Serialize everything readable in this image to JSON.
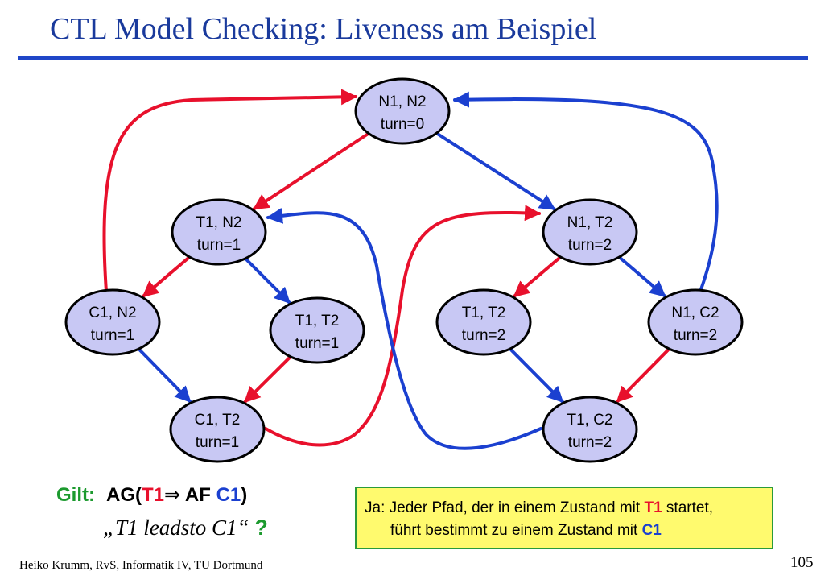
{
  "slide": {
    "title": "CTL Model Checking: Liveness am Beispiel",
    "footer": "Heiko Krumm, RvS, Informatik IV, TU Dortmund",
    "page_number": "105"
  },
  "graph": {
    "states": [
      {
        "id": "n1n2",
        "line1": "N1, N2",
        "line2": "turn=0"
      },
      {
        "id": "t1n2",
        "line1": "T1, N2",
        "line2": "turn=1"
      },
      {
        "id": "n1t2",
        "line1": "N1, T2",
        "line2": "turn=2"
      },
      {
        "id": "c1n2",
        "line1": "C1, N2",
        "line2": "turn=1"
      },
      {
        "id": "t1t2a",
        "line1": "T1, T2",
        "line2": "turn=1"
      },
      {
        "id": "t1t2b",
        "line1": "T1, T2",
        "line2": "turn=2"
      },
      {
        "id": "n1c2",
        "line1": "N1, C2",
        "line2": "turn=2"
      },
      {
        "id": "c1t2",
        "line1": "C1, T2",
        "line2": "turn=1"
      },
      {
        "id": "t1c2",
        "line1": "T1, C2",
        "line2": "turn=2"
      }
    ],
    "transitions": [
      {
        "from": "n1n2",
        "to": "t1n2",
        "process": "1"
      },
      {
        "from": "n1n2",
        "to": "n1t2",
        "process": "2"
      },
      {
        "from": "t1n2",
        "to": "c1n2",
        "process": "1"
      },
      {
        "from": "t1n2",
        "to": "t1t2a",
        "process": "2"
      },
      {
        "from": "n1t2",
        "to": "t1t2b",
        "process": "1"
      },
      {
        "from": "n1t2",
        "to": "n1c2",
        "process": "2"
      },
      {
        "from": "c1n2",
        "to": "c1t2",
        "process": "2"
      },
      {
        "from": "t1t2a",
        "to": "c1t2",
        "process": "1"
      },
      {
        "from": "t1t2b",
        "to": "t1c2",
        "process": "2"
      },
      {
        "from": "n1c2",
        "to": "t1c2",
        "process": "1"
      },
      {
        "from": "c1n2",
        "to": "n1n2",
        "process": "1"
      },
      {
        "from": "n1c2",
        "to": "n1n2",
        "process": "2"
      },
      {
        "from": "c1t2",
        "to": "n1t2",
        "process": "1"
      },
      {
        "from": "t1c2",
        "to": "t1n2",
        "process": "2"
      }
    ]
  },
  "question": {
    "gilt": "Gilt:",
    "f1": "AG(",
    "t1": "T1",
    "implies": "⇒",
    "f2": " AF ",
    "c1": "C1",
    "f3": ")",
    "leadsto": "„T1 leadsto C1“",
    "qmark": "?"
  },
  "answer": {
    "ja": "Ja:",
    "p1": "Jeder Pfad, der in einem Zustand mit ",
    "t1": "T1",
    "p2": " startet,",
    "p3": "führt bestimmt zu einem Zustand mit ",
    "c1": "C1"
  },
  "colors": {
    "title": "#1a3a9c",
    "rule": "#1f46c8",
    "node_fill": "#c8c8f4",
    "process1_red": "#e8102c",
    "process2_blue": "#1b40d0",
    "answer_bg": "#fffa6e",
    "answer_border": "#2a9a3a",
    "gilt_green": "#1c9a2e"
  }
}
